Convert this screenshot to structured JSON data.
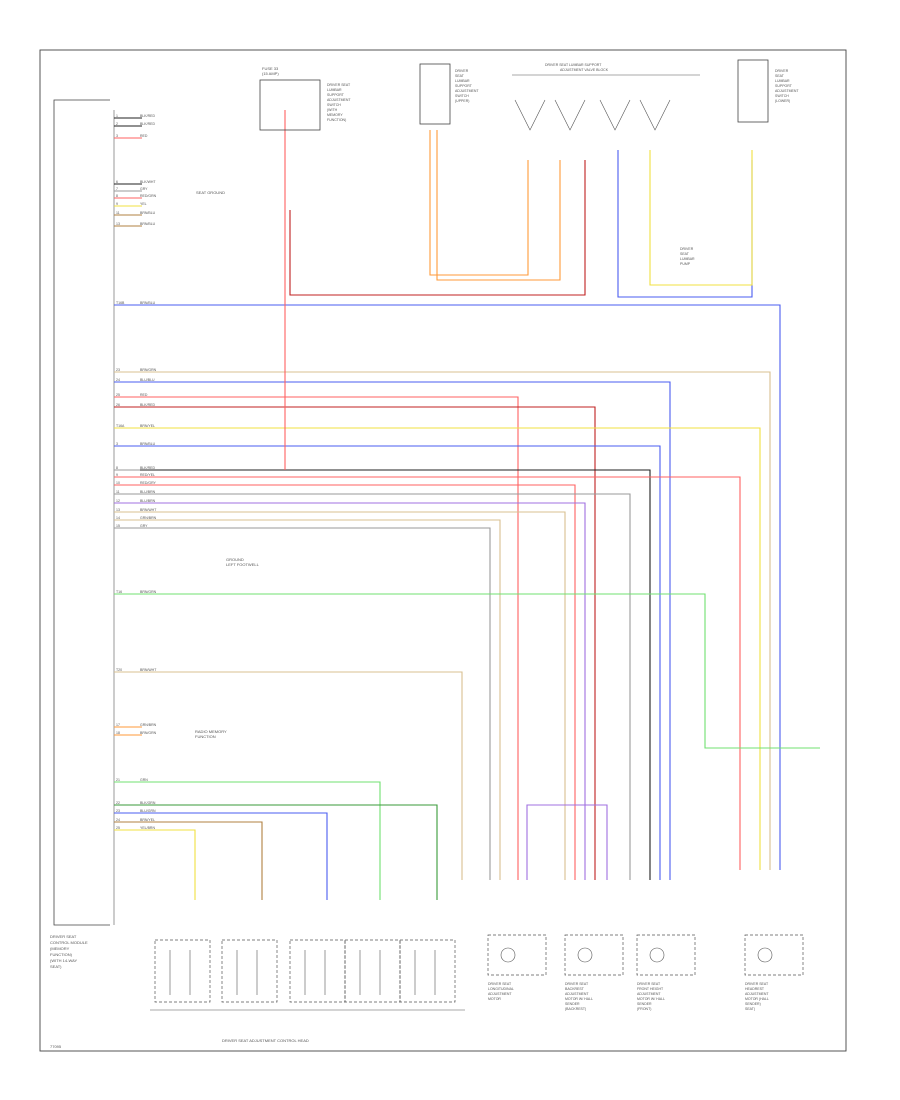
{
  "figure_id": "77095",
  "colors": {
    "blue": "#4a5cf0",
    "red": "#ff6060",
    "darkred": "#c02020",
    "orange": "#ff9a3a",
    "yellow": "#f0e040",
    "green": "#70e070",
    "darkgreen": "#3a9a3a",
    "violet": "#a070e0",
    "gray": "#9a9a9a",
    "tan": "#d8c090",
    "brown": "#b08040",
    "black": "#202020"
  },
  "left_module": {
    "label_lines": [
      "DRIVER SEAT",
      "CONTROL MODULE",
      "(MEMORY",
      "FUNCTION)",
      "(WITH 14-WAY",
      "SEAT)"
    ],
    "pins": [
      {
        "label": "1",
        "wire": "BLK/RED",
        "color": "black"
      },
      {
        "label": "2",
        "wire": "BLK/RED",
        "color": "black"
      },
      {
        "label": "3",
        "wire": "RED",
        "color": "red"
      },
      {
        "label": "6",
        "wire": "BLK/WHT",
        "color": "black"
      },
      {
        "label": "7",
        "wire": "GRY",
        "color": "gray"
      },
      {
        "label": "8",
        "wire": "RED/GRN",
        "color": "red"
      },
      {
        "label": "9",
        "wire": "YEL",
        "color": "yellow"
      },
      {
        "label": "11",
        "wire": "BRN/BLU",
        "color": "brown"
      },
      {
        "label": "13",
        "wire": "BRN/BLU",
        "color": "brown"
      },
      {
        "label": "T16B",
        "wire": "BRN/BLU",
        "color": "blue"
      },
      {
        "label": "23",
        "wire": "BRN/GRN",
        "color": "tan"
      },
      {
        "label": "24",
        "wire": "BLU/BLU",
        "color": "blue"
      },
      {
        "label": "25",
        "wire": "RED",
        "color": "red"
      },
      {
        "label": "26",
        "wire": "BLK/RED",
        "color": "darkred"
      },
      {
        "label": "T16A",
        "wire": "BRN/YEL",
        "color": "yellow"
      },
      {
        "label": "3",
        "wire": "BRN/BLU",
        "color": "blue"
      },
      {
        "label": "8",
        "wire": "BLK/RED",
        "color": "gray"
      },
      {
        "label": "9",
        "wire": "RED/YEL",
        "color": "red"
      },
      {
        "label": "10",
        "wire": "RED/GRY",
        "color": "red"
      },
      {
        "label": "11",
        "wire": "BLU/BRN",
        "color": "gray"
      },
      {
        "label": "12",
        "wire": "BLU/BRN",
        "color": "violet"
      },
      {
        "label": "13",
        "wire": "BRN/WHT",
        "color": "tan"
      },
      {
        "label": "14",
        "wire": "GRN/BRN",
        "color": "tan"
      },
      {
        "label": "15",
        "wire": "GRY",
        "color": "gray"
      },
      {
        "label": "T16",
        "wire": "BRN/GRN",
        "color": "green"
      },
      {
        "label": "T20",
        "wire": "BRN/WHT",
        "color": "tan"
      },
      {
        "label": "17",
        "wire": "GRN/BRN",
        "color": "orange"
      },
      {
        "label": "18",
        "wire": "BRN/GRN",
        "color": "orange"
      },
      {
        "label": "21",
        "wire": "GRN",
        "color": "green"
      },
      {
        "label": "22",
        "wire": "BLK/GRN",
        "color": "darkgreen"
      },
      {
        "label": "23",
        "wire": "BLU/GRN",
        "color": "blue"
      },
      {
        "label": "24",
        "wire": "BRN/YEL",
        "color": "brown"
      },
      {
        "label": "25",
        "wire": "YEL/BRN",
        "color": "yellow"
      }
    ],
    "ground_note": "SEAT GROUND",
    "ground2_note_lines": [
      "GROUND",
      "LEFT FOOTWELL"
    ],
    "ref_note_lines": [
      "RADIO MEMORY",
      "FUNCTION"
    ]
  },
  "top_components": {
    "c1_lines": [
      "FUSE 33",
      "(15 AMP)"
    ],
    "c1_desc": [
      "DRIVER SEAT",
      "LUMBAR",
      "SUPPORT",
      "ADJUSTMENT",
      "SWITCH",
      "(WITH",
      "MEMORY",
      "FUNCTION)"
    ],
    "c2_desc": [
      "DRIVER",
      "SEAT",
      "LUMBAR",
      "SUPPORT",
      "ADJUSTMENT",
      "SWITCH",
      "(UPPER)"
    ],
    "c3_title": [
      "DRIVER SEAT LUMBAR SUPPORT",
      "ADJUSTMENT VALVE BLOCK"
    ],
    "c3_side": [
      "DRIVER",
      "SEAT",
      "LUMBAR",
      "PUMP"
    ],
    "c4_desc": [
      "DRIVER",
      "SEAT",
      "LUMBAR",
      "SUPPORT",
      "ADJUSTMENT",
      "SWITCH",
      "(LOWER)"
    ]
  },
  "bottom_components": {
    "switch_group_label": "DRIVER SEAT ADJUSTMENT CONTROL HEAD",
    "motors": [
      [
        "DRIVER SEAT",
        "LONGITUDINAL",
        "ADJUSTMENT",
        "MOTOR"
      ],
      [
        "DRIVER SEAT",
        "BACKREST",
        "ADJUSTMENT",
        "MOTOR W/ HALL",
        "SENDER",
        "(BACKREST)"
      ],
      [
        "DRIVER SEAT",
        "FRONT HEIGHT",
        "ADJUSTMENT",
        "MOTOR W/ HALL",
        "SENDER",
        "(FRONT)"
      ],
      [
        "DRIVER SEAT",
        "HEADREST",
        "ADJUSTMENT",
        "MOTOR (HALL",
        "SENDER)",
        "SEAT)"
      ]
    ]
  }
}
